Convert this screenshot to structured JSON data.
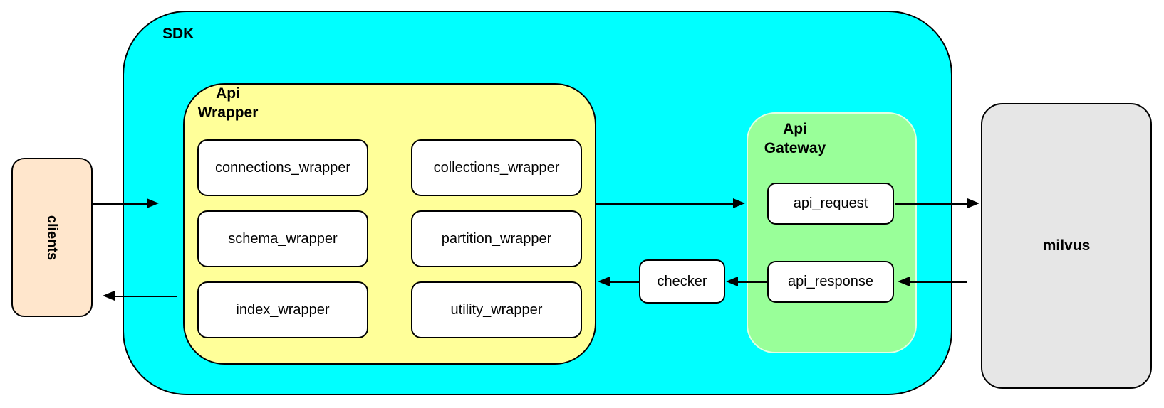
{
  "diagram": {
    "clients": {
      "label": "clients"
    },
    "sdk": {
      "label": "SDK"
    },
    "api_wrapper": {
      "label": "Api\nWrapper",
      "modules": [
        "connections_wrapper",
        "collections_wrapper",
        "schema_wrapper",
        "partition_wrapper",
        "index_wrapper",
        "utility_wrapper"
      ]
    },
    "checker": {
      "label": "checker"
    },
    "api_gateway": {
      "label": "Api\nGateway",
      "request_label": "api_request",
      "response_label": "api_response"
    },
    "milvus": {
      "label": "milvus"
    },
    "colors": {
      "sdk_fill": "#00ffff",
      "api_wrapper_fill": "#ffff99",
      "api_gateway_fill": "#99ff99",
      "clients_fill": "#ffe6cc",
      "milvus_fill": "#e6e6e6",
      "node_fill": "#ffffff",
      "stroke": "#000000"
    }
  }
}
